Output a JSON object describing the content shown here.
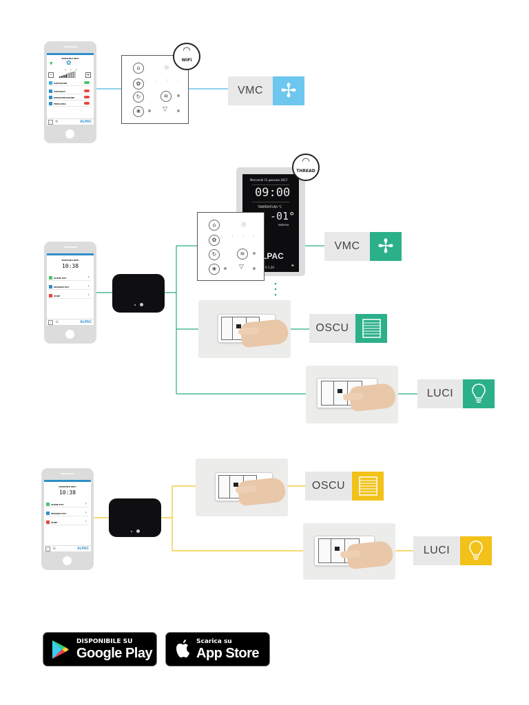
{
  "colors": {
    "wifi_line": "#4ab8e0",
    "thread_line": "#2aaa7a",
    "zigbee_line": "#f0c419",
    "vmc_icon_wifi": "#6cc6ee",
    "vmc_icon_thread": "#2bb08a",
    "oscu_icon_thread": "#2bb08a",
    "luci_icon_thread": "#2bb08a",
    "oscu_icon_zigbee": "#f2c21a",
    "luci_icon_zigbee": "#f2c21a",
    "label_bg": "#e8e8e8"
  },
  "section_wifi": {
    "badge": {
      "icon": "wifi-icon",
      "label": "WiFi"
    },
    "phone": {
      "title": "MAESTRO WIFI",
      "rows": [
        {
          "label": "ANTIVAPOR"
        },
        {
          "label": "ANTIGELO"
        },
        {
          "label": "DEPOLVERAZIONE"
        },
        {
          "label": "FRESCURA"
        }
      ],
      "brand": "ALPAC"
    },
    "device_label": "VMC"
  },
  "section_thread": {
    "badge": {
      "icon": "wifi-icon",
      "label": "THREAD"
    },
    "phone": {
      "title": "MAESTRO WIFI",
      "time": "10:38",
      "rows": [
        {
          "label": "SCENE EXT"
        },
        {
          "label": "SENSORI EXT"
        },
        {
          "label": "ZONE"
        }
      ],
      "brand": "ALPAC"
    },
    "thermostat": {
      "date": "Mercoledì 11 gennaio 2017",
      "time": "09:00",
      "temp_label": "TEMPERATURA °C",
      "temp_value": "-01°",
      "temp_sub": "esterna",
      "brand": "LPAC",
      "version": "V 1.20"
    },
    "devices": [
      {
        "label": "VMC",
        "icon": "fan-icon"
      },
      {
        "label": "OSCU",
        "icon": "blind-icon"
      },
      {
        "label": "LUCI",
        "icon": "bulb-icon"
      }
    ]
  },
  "section_zigbee": {
    "phone": {
      "title": "MAESTRO WIFI",
      "time": "10:38",
      "rows": [
        {
          "label": "SCENE EXT"
        },
        {
          "label": "SENSORI EXT"
        },
        {
          "label": "ZONE"
        }
      ],
      "brand": "ALPAC"
    },
    "devices": [
      {
        "label": "OSCU",
        "icon": "blind-icon"
      },
      {
        "label": "LUCI",
        "icon": "bulb-icon"
      }
    ]
  },
  "stores": {
    "google": {
      "small": "DISPONIBILE SU",
      "big": "Google Play"
    },
    "apple": {
      "small": "Scarica su",
      "big": "App Store"
    }
  }
}
